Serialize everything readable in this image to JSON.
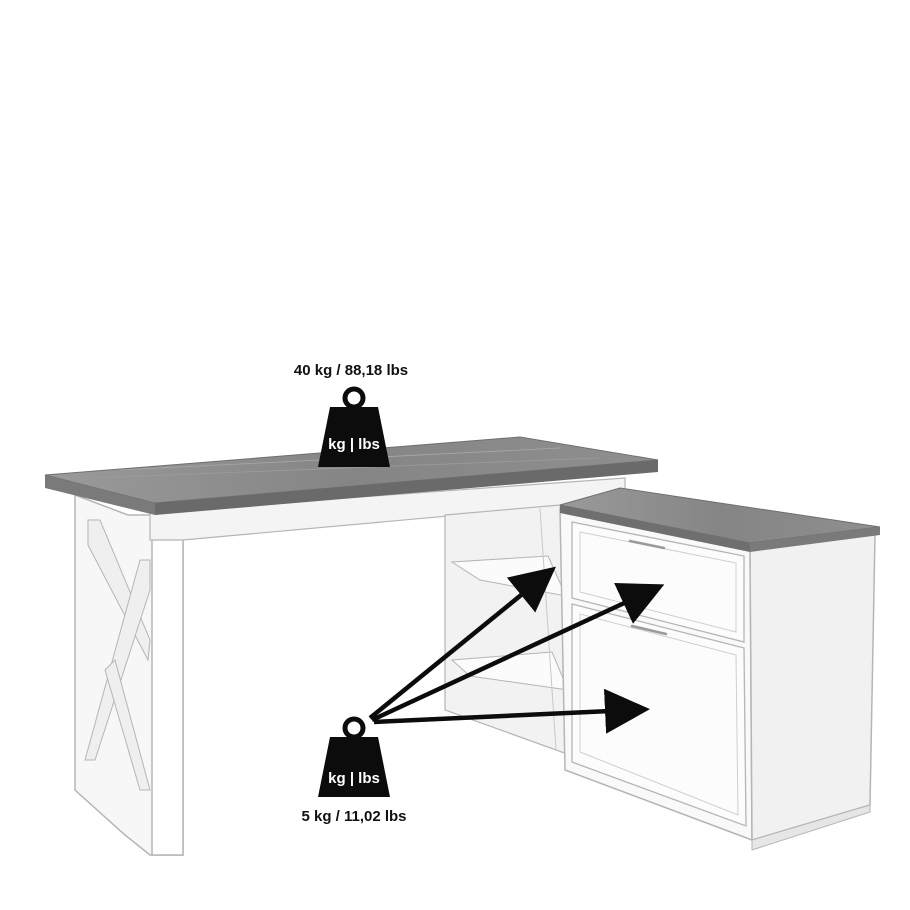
{
  "weights": {
    "desk_top": {
      "label": "40 kg / 88,18 lbs",
      "icon_text": "kg | lbs",
      "icon": "weight-icon"
    },
    "cabinet": {
      "label": "5 kg / 11,02 lbs",
      "icon_text": "kg | lbs",
      "icon": "weight-icon"
    }
  },
  "colors": {
    "desk_top": "#8a8a8a",
    "body": "#f7f7f7",
    "outline": "#b5b5b5",
    "weight_icon": "#0c0c0c",
    "arrow": "#0c0c0c"
  }
}
